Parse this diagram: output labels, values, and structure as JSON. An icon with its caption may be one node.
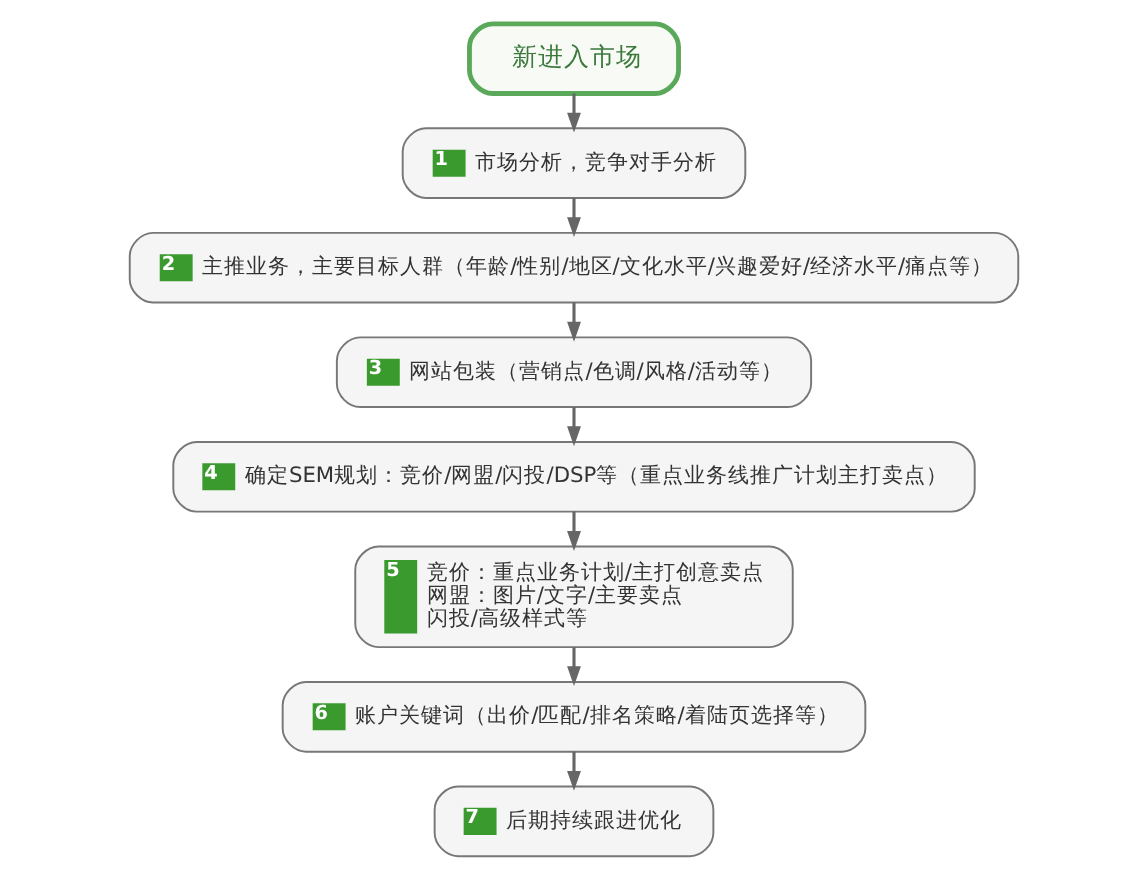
{
  "diagram": {
    "nodes": [
      {
        "text": [
          "新进入市场"
        ]
      },
      {
        "text": [
          "1",
          "市场分析，竞争对手分析"
        ]
      },
      {
        "text": [
          "2",
          "主推业务，主要目标人群（年龄/性别/地区/文化水平/兴趣爱好/经济水平/痛点等）"
        ]
      },
      {
        "text": [
          "3",
          "网站包装（营销点/色调/风格/活动等）"
        ]
      },
      {
        "text": [
          "4",
          "确定SEM规划：竞价/网盟/闪投/DSP等（重点业务线推广计划主打卖点）"
        ]
      },
      {
        "text": [
          "5",
          "竞价：重点业务计划/主打创意卖点",
          "网盟：图片/文字/主要卖点",
          "闪投/高级样式等"
        ]
      },
      {
        "text": [
          "6",
          "账户关键词（出价/匹配/排名策略/着陆页选择等）"
        ]
      },
      {
        "text": [
          "7",
          "后期持续跟进优化"
        ]
      }
    ],
    "edges": [
      {
        "from": 0,
        "to": 1,
        "arrow": "to"
      },
      {
        "from": 1,
        "to": 2,
        "arrow": "to"
      },
      {
        "from": 2,
        "to": 3,
        "arrow": "to"
      },
      {
        "from": 3,
        "to": 4,
        "arrow": "to"
      },
      {
        "from": 4,
        "to": 5,
        "arrow": "to"
      },
      {
        "from": 5,
        "to": 6,
        "arrow": "to"
      },
      {
        "from": 6,
        "to": 7,
        "arrow": "to"
      }
    ]
  }
}
